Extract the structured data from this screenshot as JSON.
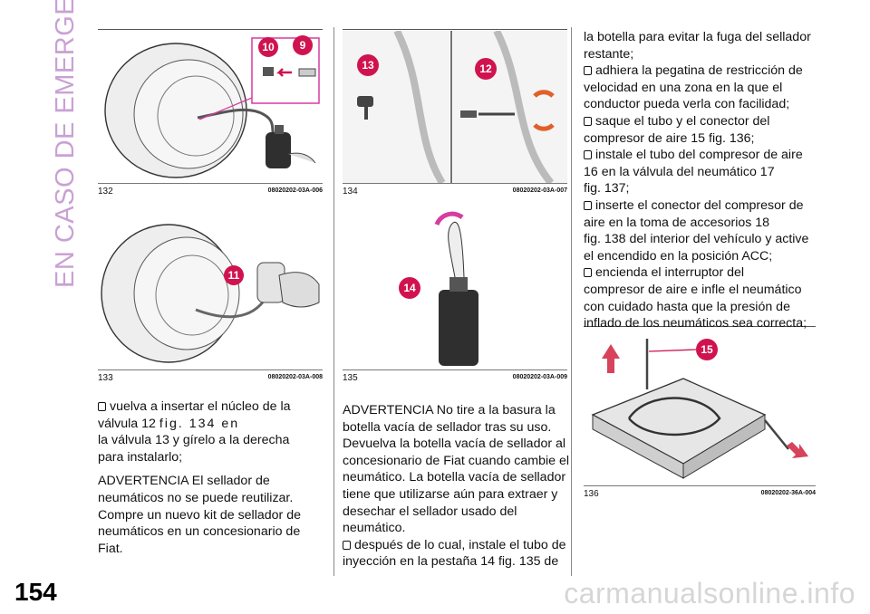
{
  "side_title": "EN CASO DE EMERGENCIA",
  "page_number": "154",
  "watermark": "carmanualsonline.info",
  "figures": [
    {
      "num": "132",
      "code": "08020202-03A-006",
      "callouts": [
        "10",
        "9"
      ]
    },
    {
      "num": "133",
      "code": "08020202-03A-008",
      "callouts": [
        "11"
      ]
    },
    {
      "num": "134",
      "code": "08020202-03A-007",
      "callouts": [
        "13",
        "12"
      ]
    },
    {
      "num": "135",
      "code": "08020202-03A-009",
      "callouts": [
        "14"
      ]
    },
    {
      "num": "136",
      "code": "08020202-36A-004",
      "callouts": [
        "15"
      ]
    }
  ],
  "col1": {
    "bullet1_a": "vuelva a insertar el núcleo de la",
    "bullet1_b_plain": "válvula 12",
    "bullet1_b_spaced": "fig. 134 en",
    "bullet1_c": "la válvula 13 y gírelo a la derecha",
    "bullet1_d": "para instalarlo;",
    "warning_lines": [
      "ADVERTENCIA El sellador de",
      "neumáticos no se puede reutilizar.",
      "Compre un nuevo kit de sellador de",
      "neumáticos en un concesionario de",
      "Fiat."
    ]
  },
  "col2": {
    "warning_lines": [
      "ADVERTENCIA No tire a la basura la",
      "botella vacía de sellador tras su uso.",
      "Devuelva la botella vacía de sellador al",
      "concesionario de Fiat cuando cambie el",
      "neumático. La botella vacía de sellador",
      "tiene que utilizarse aún para extraer y",
      "desechar el sellador usado del",
      "neumático."
    ],
    "bullet_a": "después de lo cual, instale el tubo de",
    "bullet_b": "inyección en la pestaña 14 fig. 135 de"
  },
  "col3": {
    "intro_lines": [
      "la botella para evitar la fuga del sellador",
      "restante;"
    ],
    "items": [
      {
        "first": "adhiera la pegatina de restricción de",
        "rest": [
          "velocidad en una zona en la que el",
          "conductor pueda verla con facilidad;"
        ]
      },
      {
        "first": "saque el tubo y el conector del",
        "rest": [
          "compresor de aire 15 fig. 136;"
        ]
      },
      {
        "first": "instale el tubo del compresor de aire",
        "rest": [
          "16 en la válvula del neumático 17",
          "fig. 137;"
        ]
      },
      {
        "first": "inserte el conector del compresor de",
        "rest": [
          "aire en la toma de accesorios 18",
          "fig. 138 del interior del vehículo y active",
          "el encendido en la posición ACC;"
        ]
      },
      {
        "first": "encienda el interruptor del",
        "rest": [
          "compresor de aire e infle el neumático",
          "con cuidado hasta que la presión de",
          "inflado de los neumáticos sea correcta;"
        ]
      }
    ]
  }
}
